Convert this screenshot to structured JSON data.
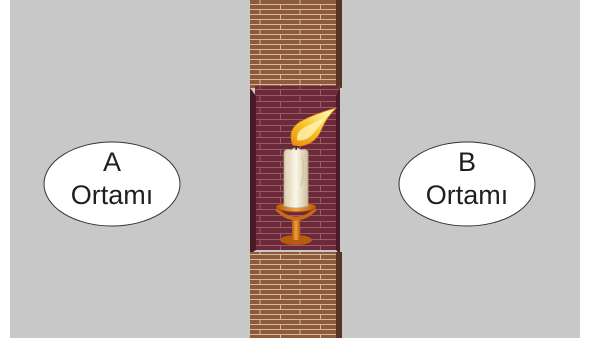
{
  "environments": {
    "a": {
      "letter": "A",
      "name": "Ortamı"
    },
    "b": {
      "letter": "B",
      "name": "Ortamı"
    }
  },
  "colors": {
    "background_gray": "#c8c8c8",
    "brick_light": "#8c5a3c",
    "brick_dark_wall": "#6b2a3a",
    "mortar": "#d9b89a",
    "candle_wax": "#f2ead6",
    "flame_yellow": "#f6c21e",
    "flame_orange": "#e88a12",
    "holder_orange": "#e07f1c"
  },
  "icons": {
    "candle": "candle-icon",
    "flame": "flame-icon",
    "holder": "candle-holder-icon"
  }
}
